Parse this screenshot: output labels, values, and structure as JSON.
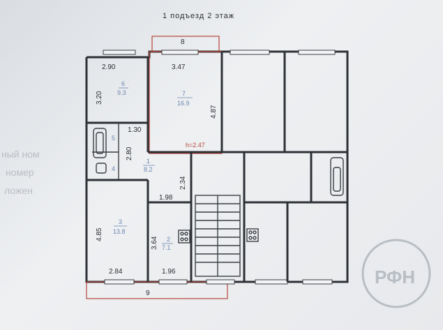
{
  "header": {
    "title": "1 подъезд   2 этаж"
  },
  "height_label": "h=2.47",
  "rooms": [
    {
      "num": "6",
      "area": "9.3"
    },
    {
      "num": "7",
      "area": "16.9"
    },
    {
      "num": "1",
      "area": "8.2"
    },
    {
      "num": "3",
      "area": "13.8"
    },
    {
      "num": "2",
      "area": "7.1"
    },
    {
      "num": "5",
      "area": ""
    },
    {
      "num": "4",
      "area": ""
    }
  ],
  "dimensions": {
    "top_balcony": "8",
    "room6_width": "2.90",
    "room7_width": "3.47",
    "room6_height": "3.20",
    "room7_height": "4.87",
    "bath_width": "1.30",
    "bath_height": "2.80",
    "corridor_height": "2.34",
    "kitchen_width": "1.98",
    "room3_height": "4.85",
    "kitchen_height": "3.64",
    "room3_width": "2.84",
    "kitchen_bottom_width": "1.96",
    "bottom_balcony": "9"
  },
  "watermark": {
    "logo_text": "РФН",
    "side_text": [
      "ный ном",
      "номер",
      "ложен"
    ]
  },
  "colors": {
    "wall": "#2d3035",
    "red_outline": "#b5453b",
    "label_blue": "#6c86b2"
  }
}
